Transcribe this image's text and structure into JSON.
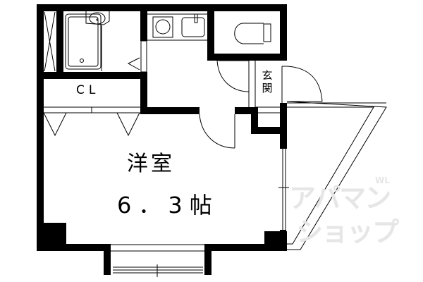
{
  "floor_plan": {
    "rooms": [
      {
        "id": "western-room",
        "name": "洋室",
        "size": "6.3帖"
      },
      {
        "id": "closet",
        "name": "CL"
      },
      {
        "id": "entrance",
        "name": "玄関"
      }
    ],
    "fixtures": [
      "unit-bath",
      "washbasin",
      "kitchen-stove",
      "kitchen-sink",
      "toilet",
      "storage-cabinet",
      "balcony"
    ],
    "labels": {
      "closet": "CL",
      "entrance_top": "玄",
      "entrance_bottom": "関",
      "room_name": "洋室",
      "room_size": "6．3帖"
    },
    "watermark": {
      "line1": "アパマン",
      "line2": "ショップ",
      "small": "WL"
    },
    "colors": {
      "wall": "#000000",
      "background": "#ffffff",
      "watermark": "#e6e6e6"
    }
  }
}
